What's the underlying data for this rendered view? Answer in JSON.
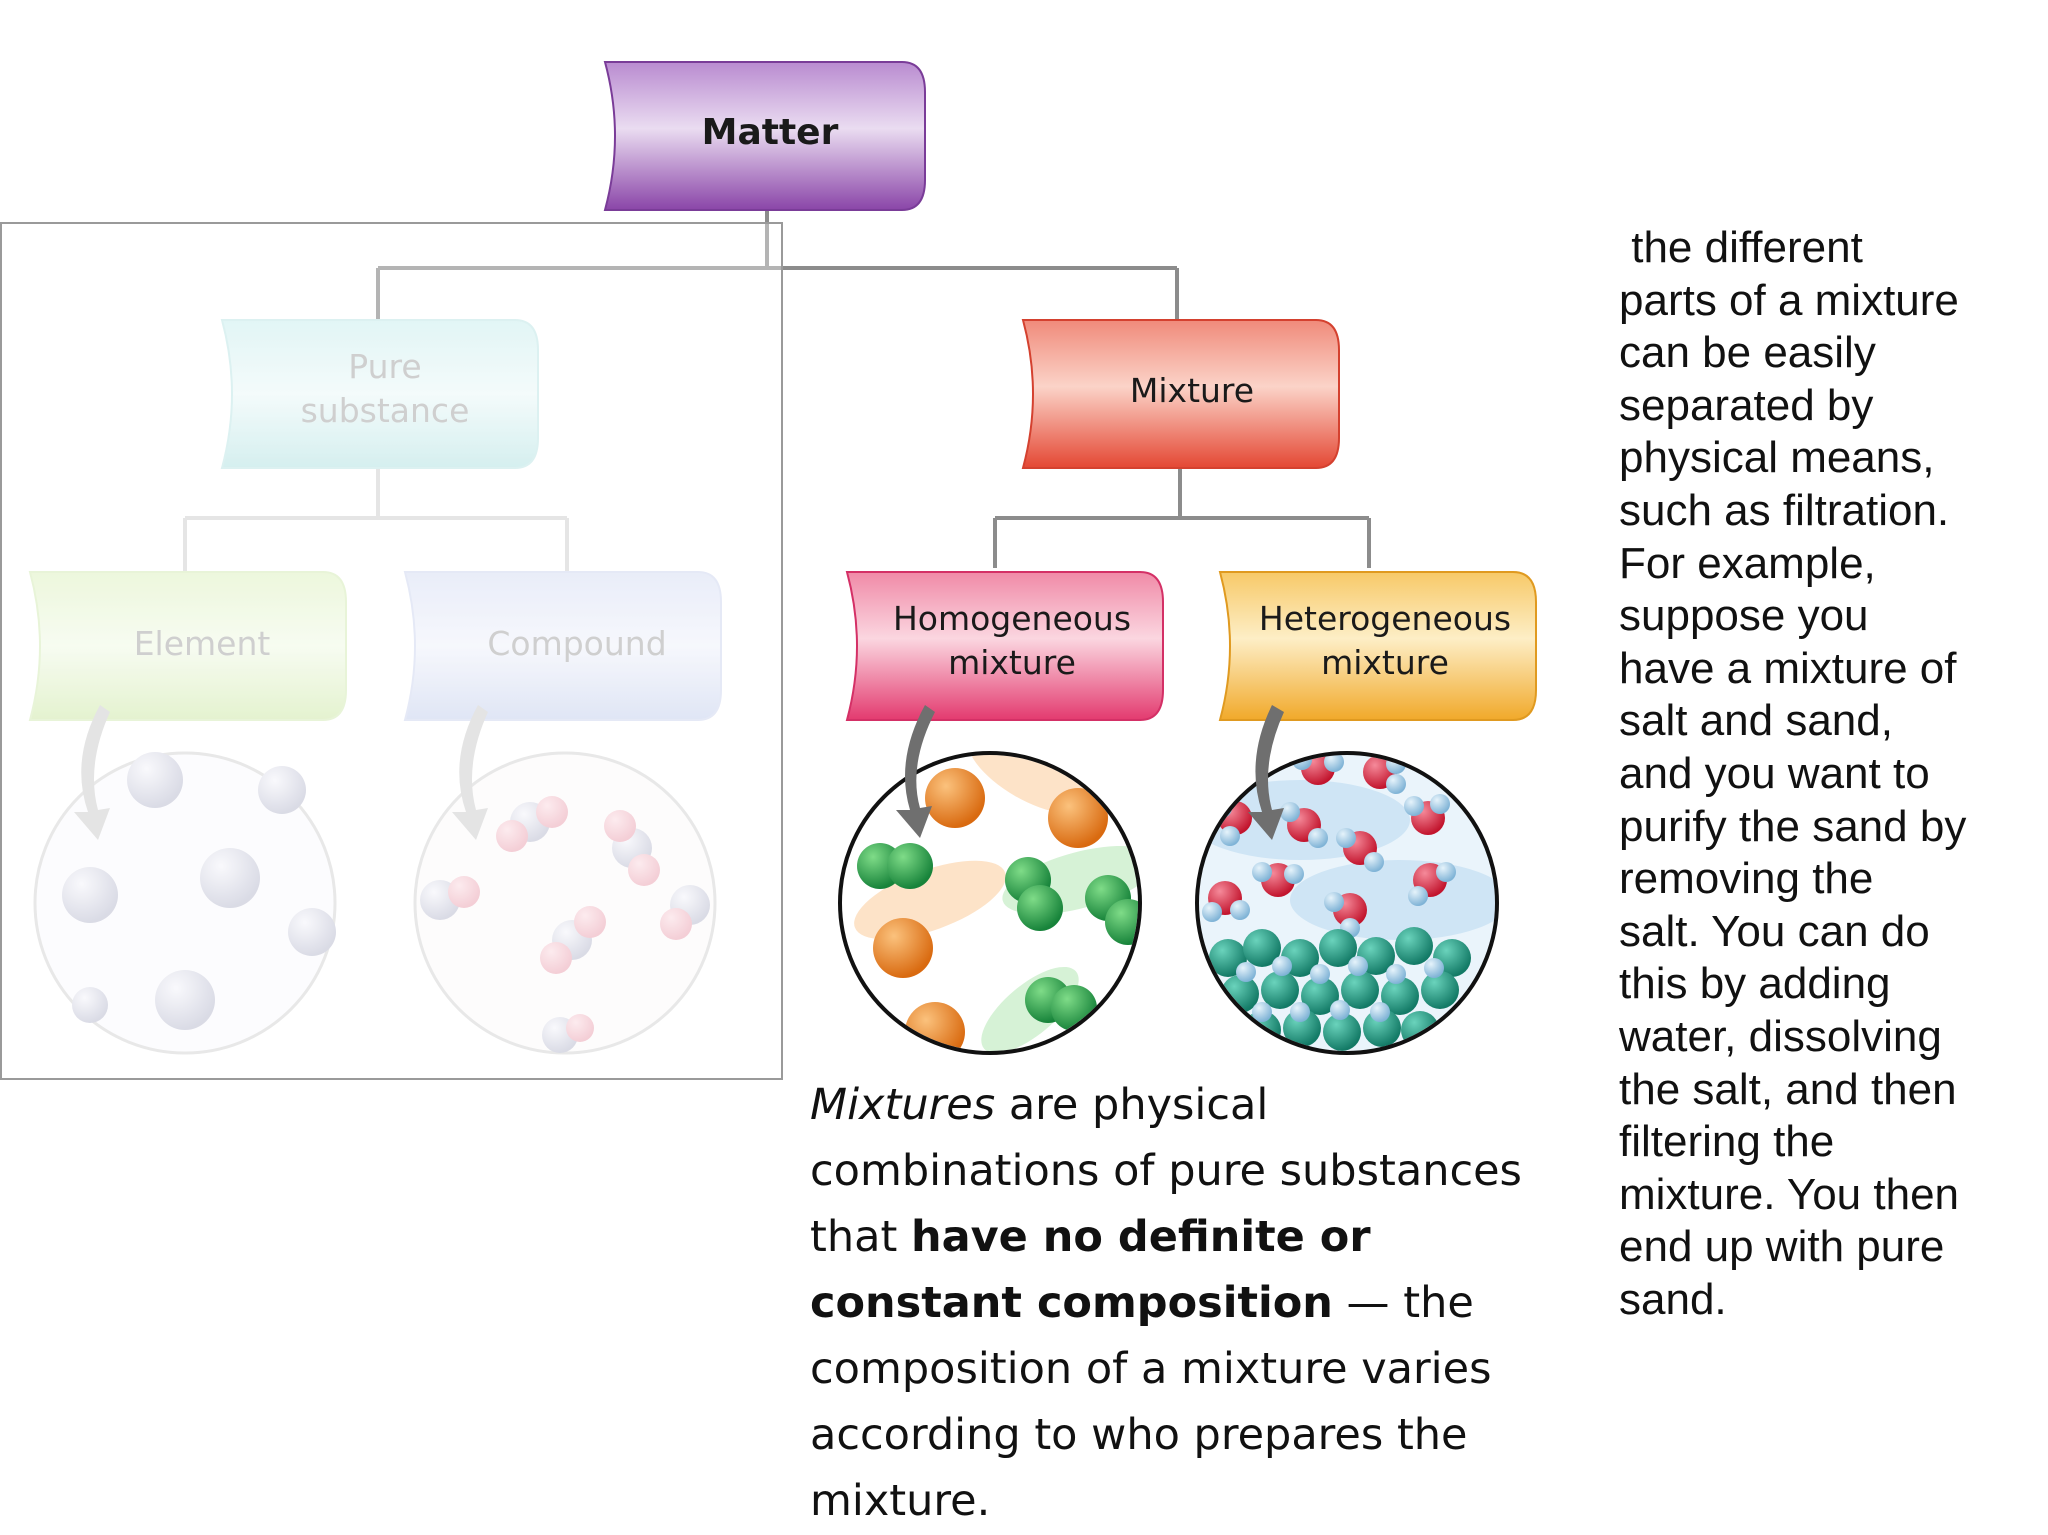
{
  "diagram": {
    "root": {
      "label": "Matter",
      "color": "#a86bc4"
    },
    "left": {
      "pure_substance": {
        "line1": "Pure",
        "line2": "substance",
        "color": "#d6f2f2"
      },
      "element": {
        "label": "Element",
        "color": "#e6f4cf"
      },
      "compound": {
        "label": "Compound",
        "color": "#e1e6f6"
      }
    },
    "right": {
      "mixture": {
        "label": "Mixture",
        "color": "#ef6a5b"
      },
      "homogeneous": {
        "line1": "Homogeneous",
        "line2": "mixture",
        "color": "#ec5e86"
      },
      "heterogeneous": {
        "line1": "Heterogeneous",
        "line2": "mixture",
        "color": "#f6c04e"
      }
    },
    "colors": {
      "connector": "#8c8c8c",
      "overlay_border": "#9a9a9a",
      "orange_particle": "#e97c1c",
      "green_particle": "#2aa24a",
      "red_particle": "#d8233c",
      "teal_particle": "#1f9c82",
      "blue_particle": "#8fc3e3",
      "grey_particle": "#b6b8c8"
    }
  },
  "caption": {
    "part1_italic": "Mixtures",
    "part2": " are physical combinations of pure substances that ",
    "part3_bold": "have no definite or constant composition",
    "part4": " — the composition of a mixture varies according to who prepares the mixture."
  },
  "side_text": " the different\nparts of a mixture\ncan be easily\nseparated by\nphysical means,\nsuch as filtration.\nFor example,\nsuppose you\nhave a mixture of\nsalt and sand,\nand you want to\npurify the sand by\nremoving the\nsalt. You can do\nthis by adding\nwater, dissolving\nthe salt, and then\nfiltering the\nmixture. You then\nend up with pure\nsand."
}
